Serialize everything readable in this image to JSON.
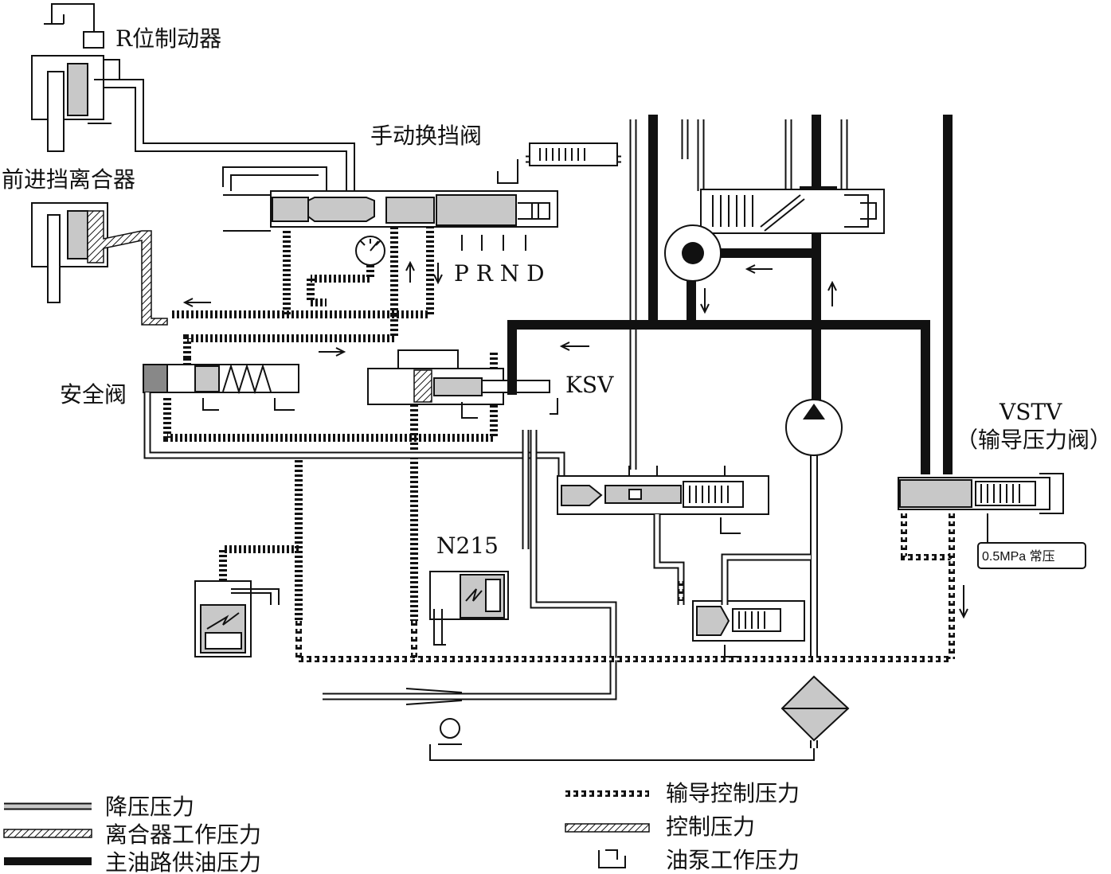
{
  "labels": {
    "r_brake": "R位制动器",
    "manual_valve": "手动换挡阀",
    "forward_clutch": "前进挡离合器",
    "prnd": "P R N D",
    "safety_valve": "安全阀",
    "ksv": "KSV",
    "vstv": "VSTV",
    "vstv_sub": "（输导压力阀）",
    "n215": "N215",
    "pressure_note": "0.5MPa 常压"
  },
  "legend": {
    "reduced": "降压压力",
    "clutch": "离合器工作压力",
    "main": "主油路供油压力",
    "pilot": "输导控制压力",
    "control": "控制压力",
    "pump": "油泵工作压力"
  }
}
